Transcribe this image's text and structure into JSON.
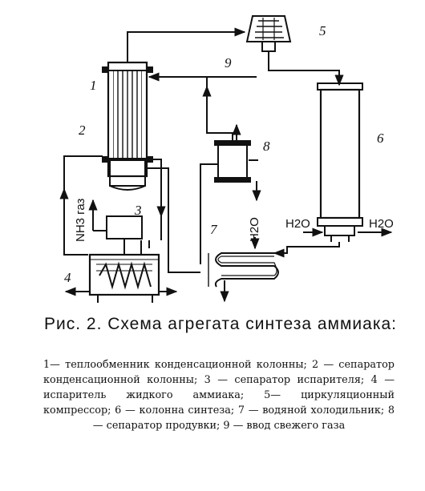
{
  "diagram": {
    "labels": {
      "n1": "1",
      "n2": "2",
      "n3": "3",
      "n4": "4",
      "n5": "5",
      "n6": "6",
      "n7": "7",
      "n8": "8",
      "n9": "9"
    },
    "streams": {
      "nh3_gas": "NH3 газ",
      "h2o_cooler": "H2O",
      "h2o_in": "H2O",
      "h2o_out": "H2O"
    }
  },
  "caption": {
    "title": "Рис. 2. Схема агрегата синтеза аммиака:",
    "legend": "1— теплообменник конденсационной колонны; 2 — сепаратор конденсационной колонны; 3 — сепаратор испарителя; 4 — испаритель жидкого аммиака; 5— циркуляционный компрессор; 6 — колонна синтеза; 7 — водяной холодильник; 8 — сепаратор продувки; 9 — ввод свежего газа"
  }
}
